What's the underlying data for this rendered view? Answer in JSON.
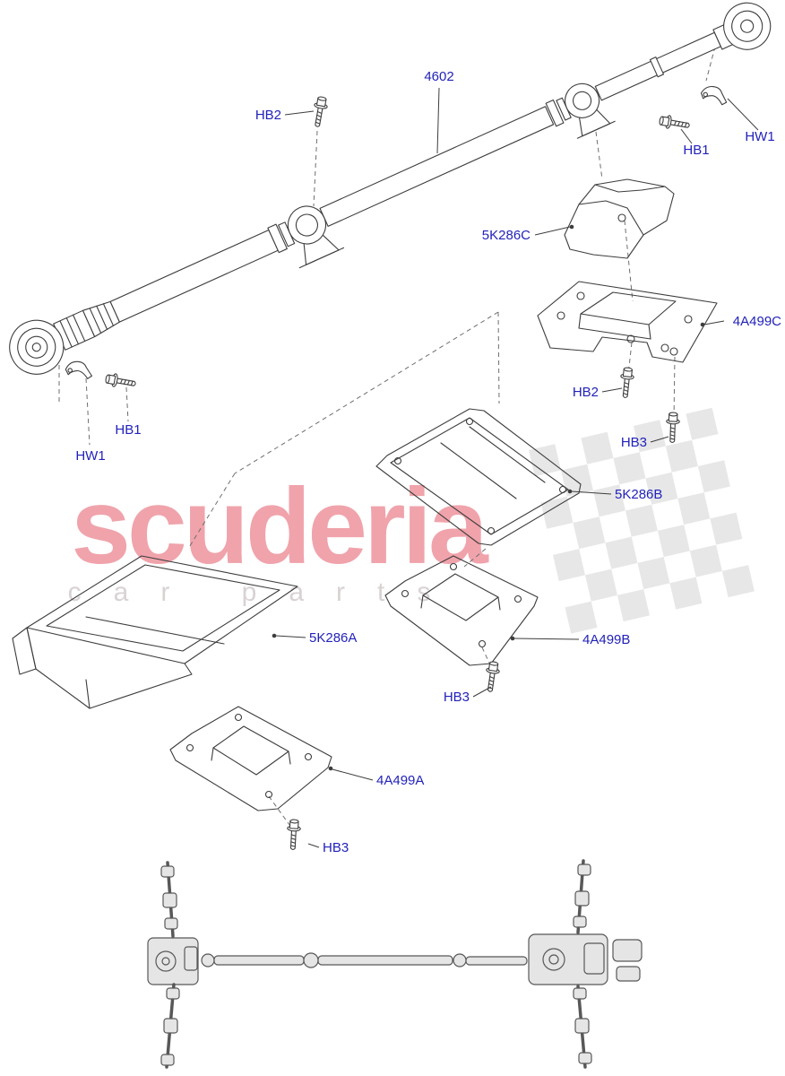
{
  "page": {
    "background": "#ffffff"
  },
  "colors": {
    "label-blue": "#2222bb",
    "line-dark": "#3d3d3d",
    "wm-pink": "#f0a3ab",
    "wm-gray": "#d9d2d3",
    "flag-gray": "#cfcfcf"
  },
  "watermark": {
    "brand": "scuderia",
    "subtitle": "car parts",
    "checkerboard": {
      "rows": 7,
      "cols": 7,
      "size": 30
    }
  },
  "labels": {
    "propshaft": "4602",
    "hb2_top": "HB2",
    "hw1_right": "HW1",
    "hb1_right": "HB1",
    "shield_c": "5K286C",
    "bracket_c": "4A499C",
    "hb2_mid": "HB2",
    "hb3_right": "HB3",
    "shield_b": "5K286B",
    "hw1_left": "HW1",
    "hb1_left": "HB1",
    "shield_a": "5K286A",
    "bracket_b": "4A499B",
    "hb3_mid": "HB3",
    "bracket_a": "4A499A",
    "hb3_bottom": "HB3"
  }
}
